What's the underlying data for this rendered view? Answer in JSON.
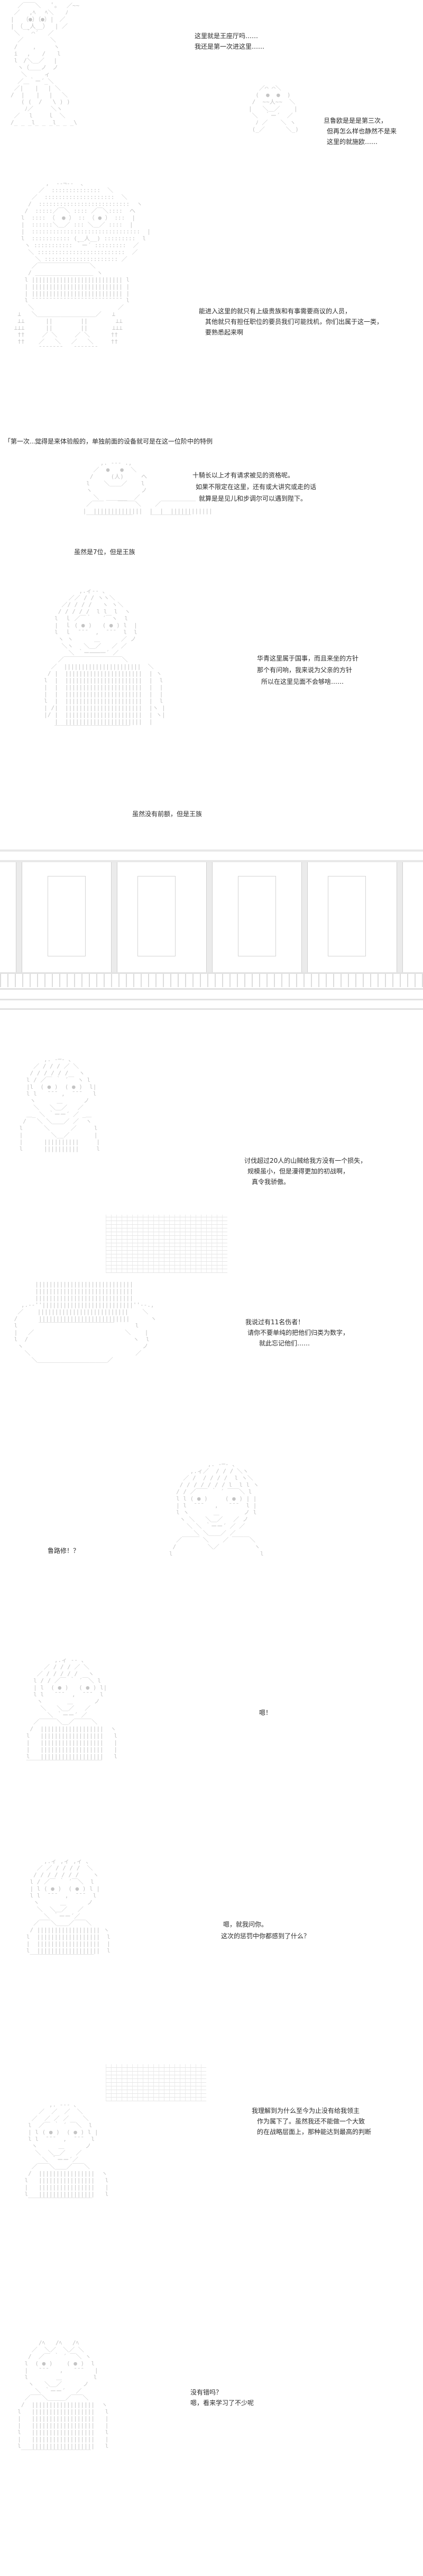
{
  "lines": {
    "p1_a": "这里就是王座厅吗……",
    "p1_b": "我还是第一次进这里……",
    "p1_c": "旦鲁欧是是是第三次，",
    "p1_d": "但再怎么样也静然不是来",
    "p1_e": "这里的就施欧……",
    "p2_a": "能进入这里的就只有上级贵族和有事需要商议的人员，",
    "p2_b": "其他就只有担任职位的要员我们可能找机，你们出属于这一类，",
    "p2_c": "要熟悉起来啊",
    "p2_left_a": "「第一次……",
    "p2_left_b": "觉得是来体验般的，单独前面的设备就可是在这一位阶中的特例",
    "p3_a": "十騎长以上才有请求被见的资格呢。",
    "p3_b": "如果不限定在这里，还有或大讲究或走的话",
    "p3_c": "就算是是见儿和步调尔可以遇到陛下。",
    "p3_d": "虽然是7位，但是王族",
    "p4_a": "华青这里属于国事，而且来坐的方针",
    "p4_b": "那个有问响，我来说为父亲的方针",
    "p4_c": "所以在这里见面不会够啥……",
    "p4_d": "虽然没有前额，但是王族",
    "p5_a": "讨伐超过20人的山贼给我方没有一个损失，",
    "p5_b": "规模虽小，但是漫得更加的初战啊，",
    "p5_c": "真令我骄傲。",
    "p6_a": "我说过有11名伤者！",
    "p6_b": "请你不要单纯的把他们归类为数字，",
    "p6_c": "就此忘记他们……",
    "p7_a": "鲁路修！？",
    "p8_a": "嗯！",
    "p9_a": "嗯，就我问你。",
    "p9_b": "这次的惩罚中你都感到了什么？",
    "p10_a": "我理解到为什么至今为止没有给我领主",
    "p10_b": "作为属下了。虽然我还不能做一个大致",
    "p10_c": "的在战略层面上，那种能达到最高的判断",
    "p11_a": "没有错吗？",
    "p11_b": "嗯，看来学习了不少呢"
  },
  "colors": {
    "text": "#2b2b2b",
    "art": "#c4c4c4",
    "background": "#ffffff"
  }
}
